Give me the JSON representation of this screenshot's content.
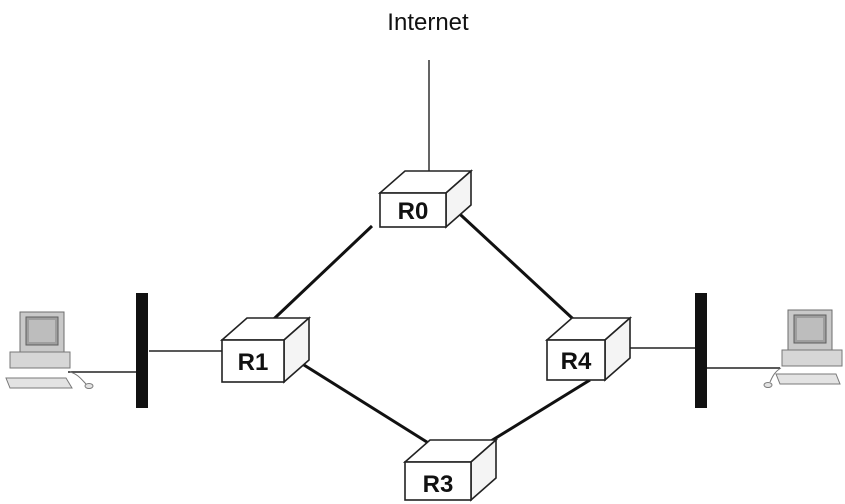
{
  "diagram": {
    "internet_label": "Internet",
    "routers": {
      "r0": "R0",
      "r1": "R1",
      "r3": "R3",
      "r4": "R4"
    },
    "icons": {
      "router": "router-box-icon",
      "computer": "desktop-computer-icon",
      "lan": "lan-segment-bar"
    }
  }
}
